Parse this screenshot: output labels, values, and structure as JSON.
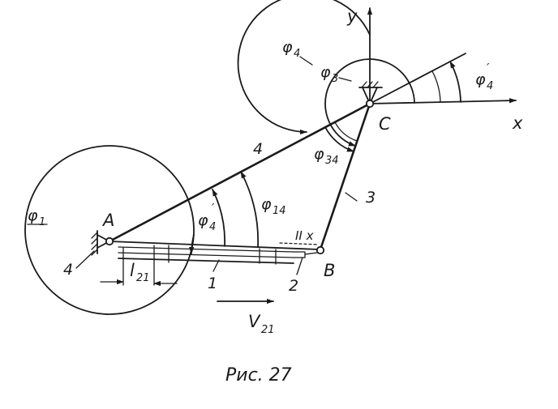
{
  "labels": {
    "y_axis": "y",
    "x_axis": "x",
    "point_a": "A",
    "point_b": "B",
    "point_c": "C",
    "phi": "φ",
    "phi4_top": "4",
    "phi3": "3",
    "phi4_prime_right": "4",
    "phi34": "34",
    "phi14": "14",
    "phi4_prime_mid": "4",
    "phi1": "1",
    "link_4": "4",
    "link_3": "3",
    "link_1": "1",
    "link_2": "2",
    "ground_4": "4",
    "l": "l",
    "l21_sub": "21",
    "v": "V",
    "v21_sub": "21",
    "parallel_x": "II x",
    "prime": "′"
  },
  "caption": "Рис. 27"
}
